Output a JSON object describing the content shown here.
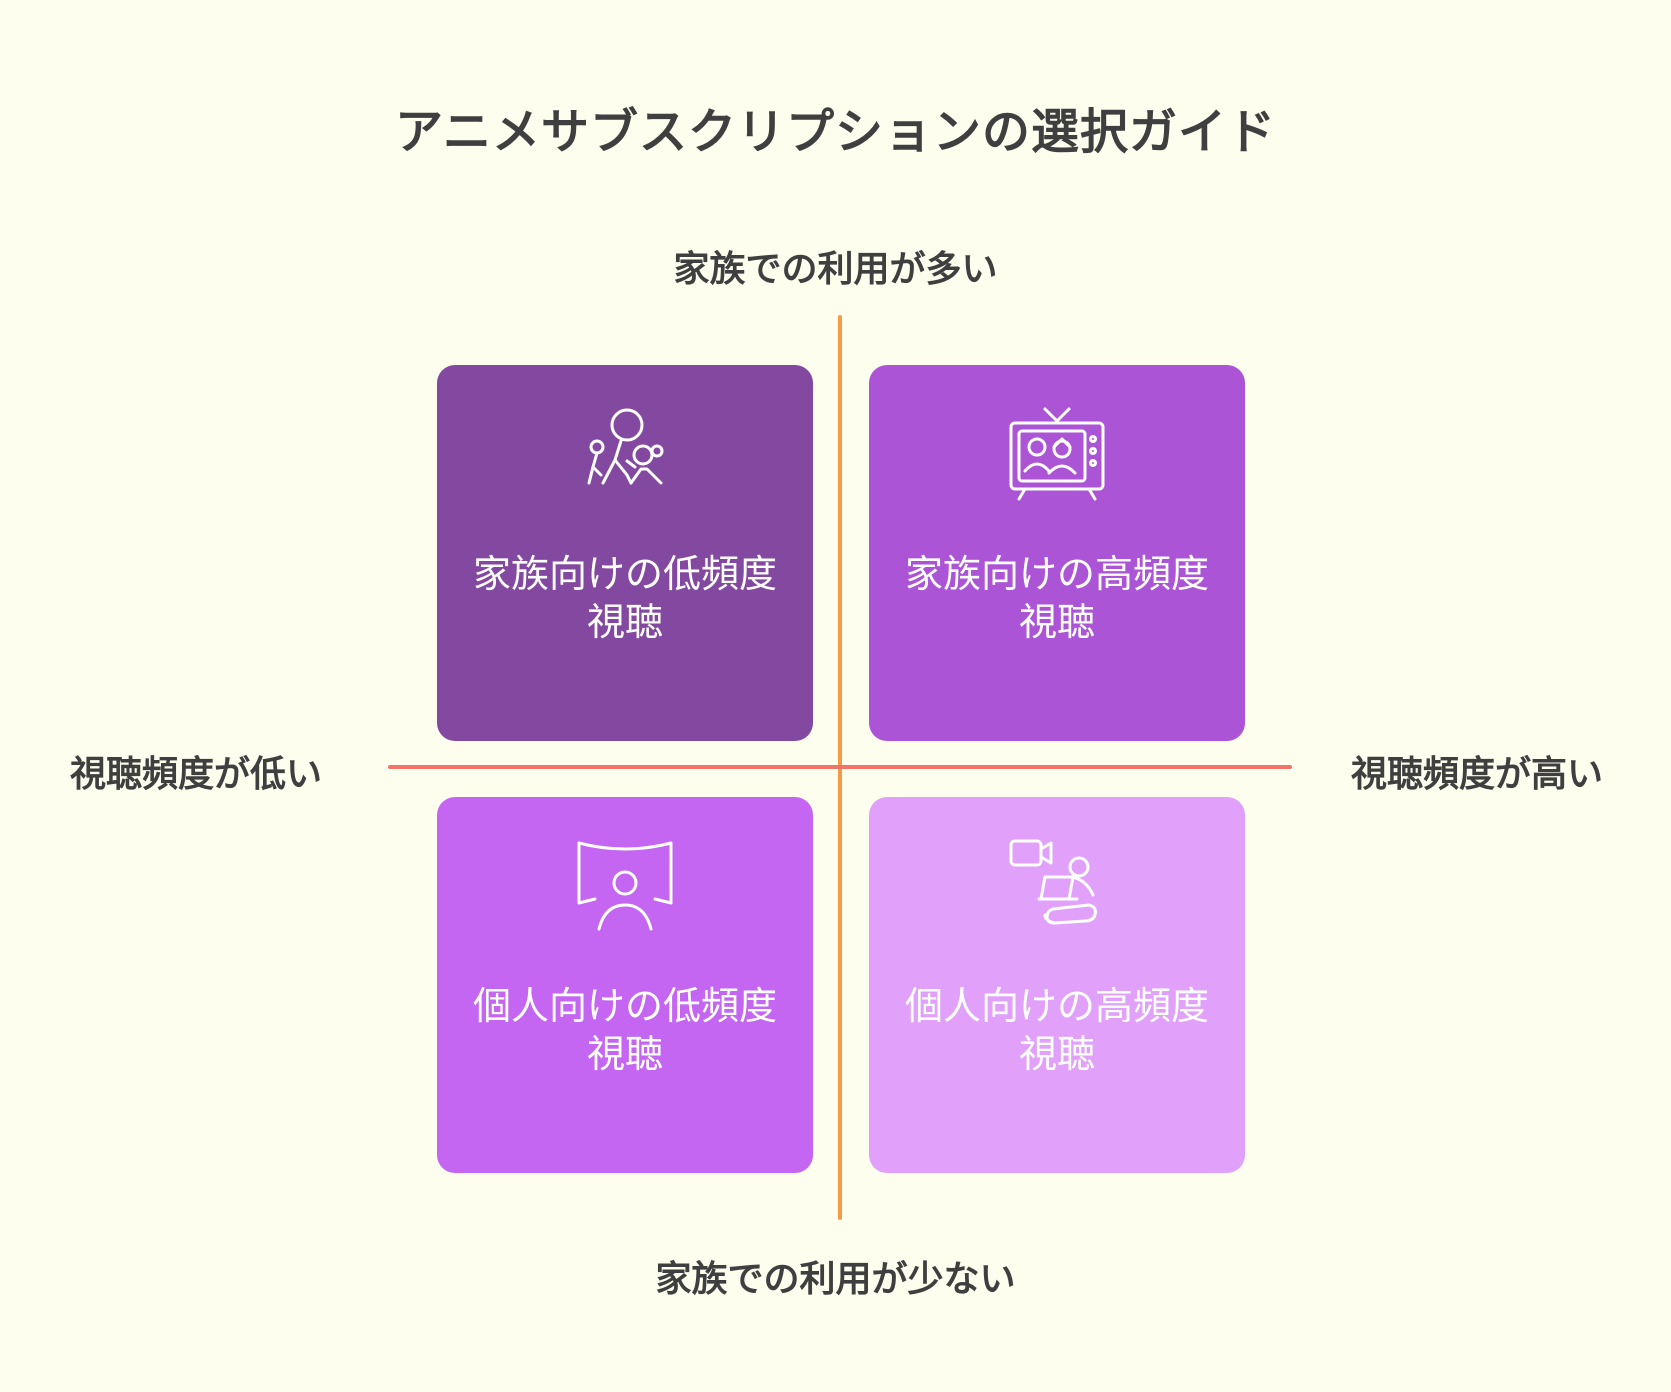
{
  "title": "アニメサブスクリプションの選択ガイド",
  "axes": {
    "top": "家族での利用が多い",
    "bottom": "家族での利用が少ない",
    "left": "視聴頻度が低い",
    "right": "視聴頻度が高い"
  },
  "colors": {
    "background": "#fdfeee",
    "vertical_axis": "#f59a45",
    "horizontal_axis": "#f2736a",
    "top_left": "#83489f",
    "top_right": "#ab55d6",
    "bottom_left": "#c466f1",
    "bottom_right": "#e1a1fb"
  },
  "quadrants": {
    "top_left": {
      "line1": "家族向けの低頻度",
      "line2": "視聴",
      "icon": "family-icon"
    },
    "top_right": {
      "line1": "家族向けの高頻度",
      "line2": "視聴",
      "icon": "family-tv-icon"
    },
    "bottom_left": {
      "line1": "個人向けの低頻度",
      "line2": "視聴",
      "icon": "person-screen-icon"
    },
    "bottom_right": {
      "line1": "個人向けの高頻度",
      "line2": "視聴",
      "icon": "person-laptop-video-icon"
    }
  }
}
